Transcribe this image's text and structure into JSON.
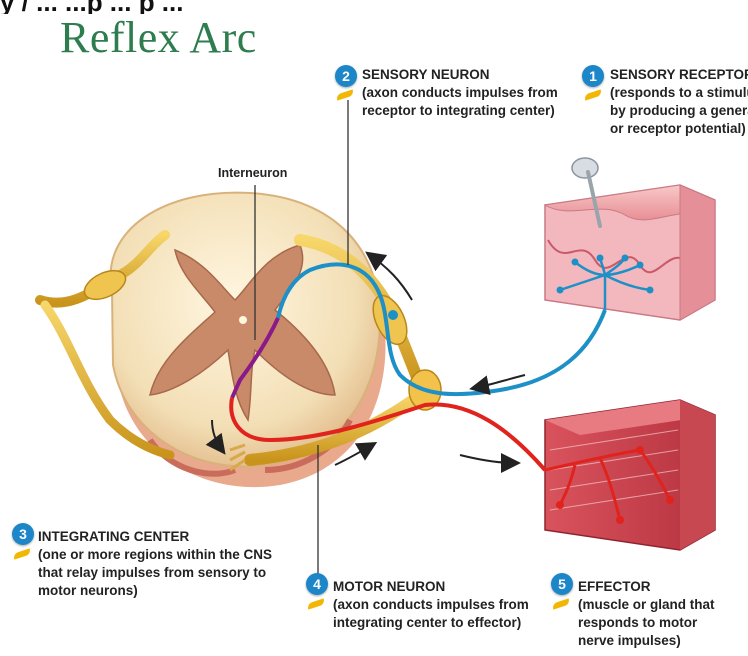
{
  "header_fragment": "y / ... ...p ... p ...",
  "title": "Reflex Arc",
  "interneuron_label": "Interneuron",
  "callouts": [
    {
      "number": "1",
      "head": "SENSORY RECEPTOR",
      "lines": [
        "(responds to a stimulu",
        "by producing a genera",
        "or receptor potential)"
      ]
    },
    {
      "number": "2",
      "head": "SENSORY NEURON",
      "lines": [
        "(axon conducts impulses from",
        "receptor to integrating center)"
      ]
    },
    {
      "number": "3",
      "head": "INTEGRATING CENTER",
      "lines": [
        "(one or more regions within the CNS",
        "that relay impulses from sensory to",
        "motor neurons)"
      ]
    },
    {
      "number": "4",
      "head": "MOTOR NEURON",
      "lines": [
        "(axon conducts impulses from",
        "integrating center to effector)"
      ]
    },
    {
      "number": "5",
      "head": "EFFECTOR",
      "lines": [
        "(muscle or gland that",
        "responds to motor",
        "nerve impulses)"
      ]
    }
  ],
  "colors": {
    "title": "#2e7d4f",
    "badge": "#1c86c8",
    "sensory_path": "#1e90c8",
    "motor_path": "#e0231c",
    "interneuron_path": "#8a1a8a",
    "nerve": "#e9b93a",
    "gray_matter": "#c98a6a",
    "white_matter": "#f6e6c4"
  }
}
